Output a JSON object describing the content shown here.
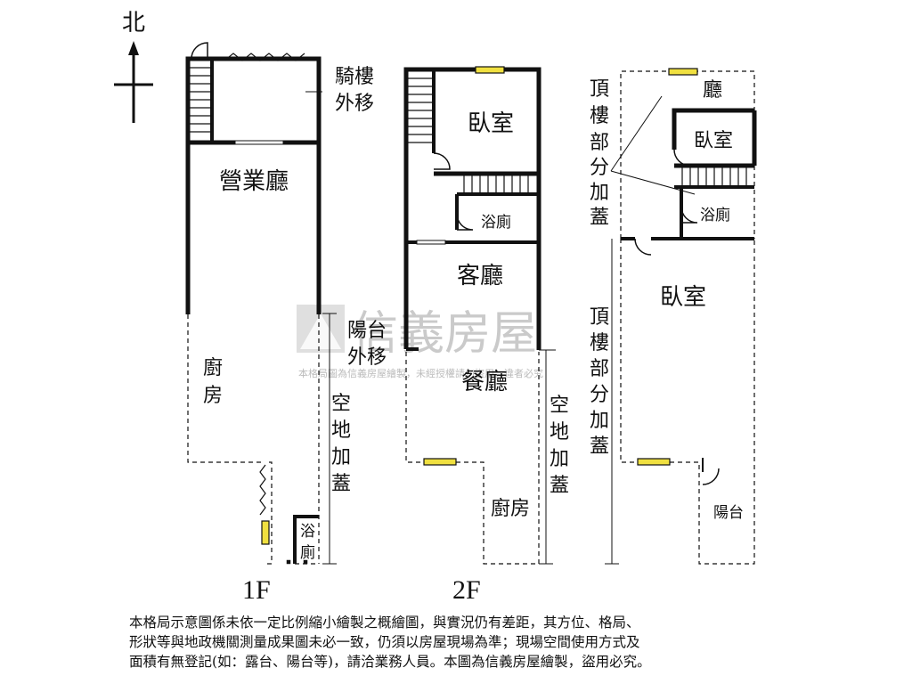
{
  "compass": {
    "north_label": "北"
  },
  "floors": {
    "f1": {
      "label": "1F",
      "rooms": {
        "arcade": "騎樓外移",
        "business_hall": "營業廳",
        "kitchen": "廚房",
        "bath": "浴廁",
        "open_space": "空地加蓋"
      }
    },
    "f2": {
      "label": "2F",
      "rooms": {
        "bedroom": "臥室",
        "bath": "浴廁",
        "living_room": "客廳",
        "balcony": "陽台外移",
        "dining_room": "餐廳",
        "kitchen": "廚房",
        "open_space": "空地加蓋"
      }
    },
    "f3": {
      "rooms": {
        "hall": "廳",
        "bedroom_small": "臥室",
        "bath": "浴廁",
        "rooftop_addition": "頂樓部分加蓋",
        "rooftop_addition_2": "頂樓部分加蓋",
        "bedroom": "臥室",
        "balcony": "陽台"
      }
    }
  },
  "watermark": {
    "brand": "信義房屋",
    "notice": "本格局圖為信義房屋繪製，未經授權請勿盜用，違者必究"
  },
  "disclaimer": [
    "本格局示意圖係未依一定比例縮小繪製之概繪圖，與實況仍有差距，其方位、格局、",
    "形狀等與地政機關測量成果圖未必一致，仍須以房屋現場為準；現場空間使用方式及",
    "面積有無登記(如：露台、陽台等)，請洽業務人員。本圖為信義房屋繪製，盜用必究。"
  ]
}
